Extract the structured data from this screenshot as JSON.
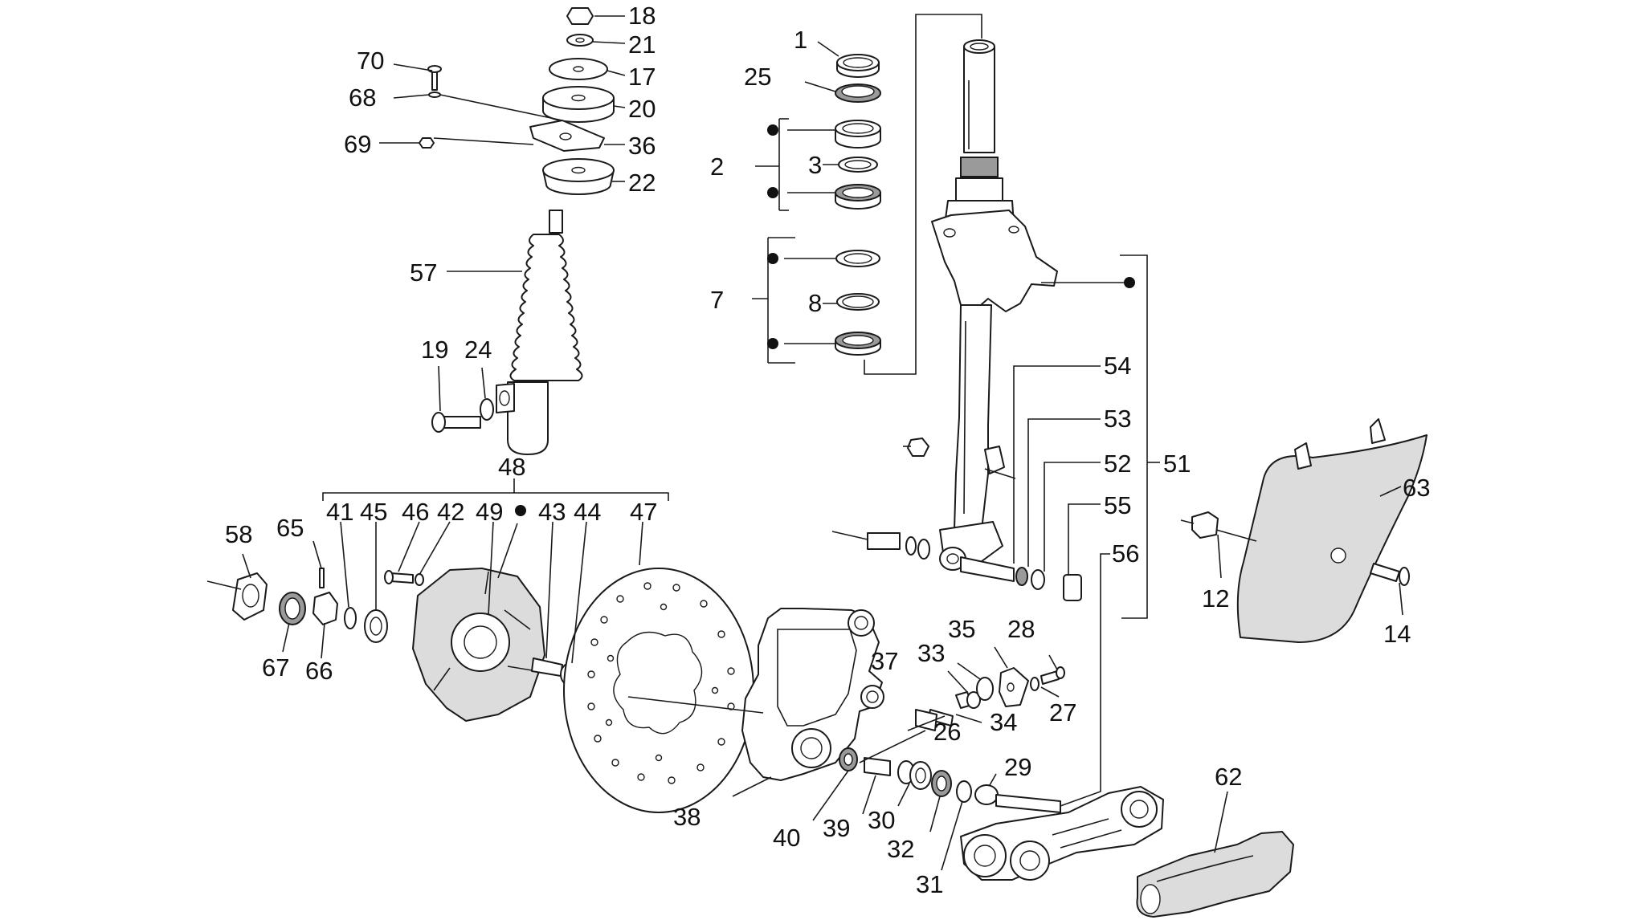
{
  "diagram": {
    "callouts": {
      "c1": "1",
      "c2": "2",
      "c3": "3",
      "c7": "7",
      "c8": "8",
      "c12": "12",
      "c14": "14",
      "c17": "17",
      "c18": "18",
      "c19": "19",
      "c20": "20",
      "c21": "21",
      "c22": "22",
      "c24": "24",
      "c25": "25",
      "c26": "26",
      "c27": "27",
      "c28": "28",
      "c29": "29",
      "c30": "30",
      "c31": "31",
      "c32": "32",
      "c33": "33",
      "c34": "34",
      "c35": "35",
      "c36": "36",
      "c37": "37",
      "c38": "38",
      "c39": "39",
      "c40": "40",
      "c41": "41",
      "c42": "42",
      "c43": "43",
      "c44": "44",
      "c45": "45",
      "c46": "46",
      "c47": "47",
      "c48": "48",
      "c49": "49",
      "c51": "51",
      "c52": "52",
      "c53": "53",
      "c54": "54",
      "c55": "55",
      "c56": "56",
      "c57": "57",
      "c58": "58",
      "c62": "62",
      "c63": "63",
      "c65": "65",
      "c66": "66",
      "c67": "67",
      "c68": "68",
      "c69": "69",
      "c70": "70"
    },
    "colors": {
      "line": "#1a1a1a",
      "background": "#ffffff",
      "fill_grey": "#dcdcdc"
    }
  }
}
